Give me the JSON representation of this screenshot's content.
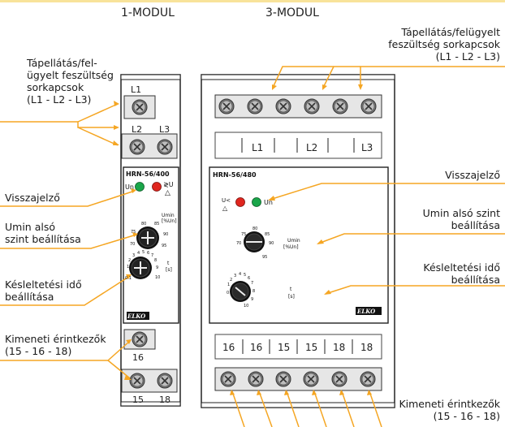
{
  "headers": {
    "module1": "1-MODUL",
    "module3": "3-MODUL"
  },
  "labels": {
    "left_supply": [
      "Tápellátás/fel-",
      "ügyelt feszültség",
      "sorkapcsok",
      "(L1 - L2 - L3)"
    ],
    "left_indicator": "Visszajelző",
    "left_umin": [
      "Umin alsó",
      "szint beállítása"
    ],
    "left_delay": [
      "Késleltetési idő",
      "beállítása"
    ],
    "left_output": [
      "Kimeneti érintkezők",
      "(15 - 16 - 18)"
    ],
    "right_supply": [
      "Tápellátás/felügyelt",
      "feszültség sorkapcsok",
      "(L1 - L2 - L3)"
    ],
    "right_indicator": "Visszajelző",
    "right_umin": [
      "Umin alsó szint",
      "beállítása"
    ],
    "right_delay": [
      "Késleltetési idő",
      "beállítása"
    ],
    "right_output": [
      "Kimeneti érintkezők",
      "(15 - 16 - 18)"
    ]
  },
  "device1": {
    "model": "HRN-56/400",
    "terminals_top": [
      "L1",
      "L2",
      "L3"
    ],
    "terminals_bottom": [
      "16",
      "15",
      "18"
    ],
    "led_label_un": "Un",
    "led_label_fault": "≷U",
    "umin_label": [
      "Umin",
      "[%Un]"
    ],
    "umin_scale": [
      "75",
      "80",
      "85",
      "90",
      "95",
      "70"
    ],
    "delay_label": [
      "t",
      "[s]"
    ],
    "delay_scale": [
      "0.1",
      "1",
      "2",
      "3",
      "4",
      "5",
      "6",
      "7",
      "8",
      "9",
      "10"
    ],
    "brand": "ELKO"
  },
  "device3": {
    "model": "HRN-56/480",
    "terminals_top": [
      "L1",
      "L2",
      "L3"
    ],
    "terminals_bottom": [
      "16",
      "16",
      "15",
      "15",
      "18",
      "18"
    ],
    "led_label_un": "Un",
    "led_label_fault": "U<",
    "umin_label": [
      "Umin",
      "[%Un]"
    ],
    "umin_scale": [
      "75",
      "80",
      "85",
      "90",
      "95",
      "70"
    ],
    "delay_label": [
      "t",
      "[s]"
    ],
    "delay_scale": [
      "0",
      "1",
      "2",
      "3",
      "4",
      "5",
      "6",
      "7",
      "8",
      "9",
      "10"
    ],
    "brand": "ELKO"
  },
  "colors": {
    "accent_line": "#f5a623",
    "led_green": "#1aa64a",
    "led_red": "#e0261f",
    "body": "#ffffff",
    "outline": "#222222",
    "terminal": "#6a6a6a"
  }
}
